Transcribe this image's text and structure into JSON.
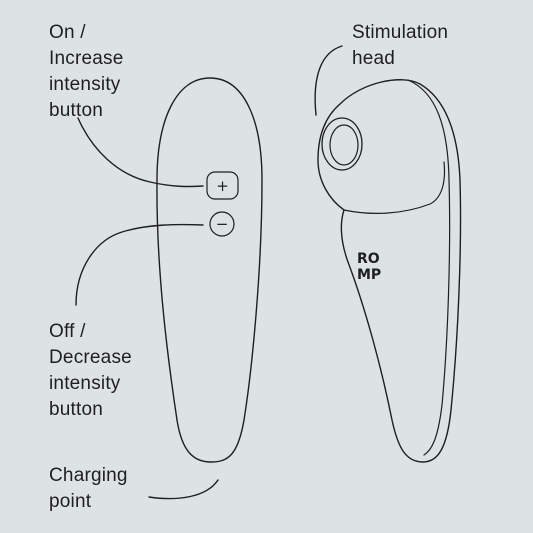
{
  "labels": {
    "on_increase": [
      "On /",
      "Increase",
      "intensity",
      "button"
    ],
    "off_decrease": [
      "Off /",
      "Decrease",
      "intensity",
      "button"
    ],
    "charging": [
      "Charging",
      "point"
    ],
    "stimulation": [
      "Stimulation",
      "head"
    ]
  },
  "buttons": {
    "plus_symbol": "+",
    "minus_symbol": "−"
  },
  "brand": {
    "line1": "RO",
    "line2": "MP"
  },
  "colors": {
    "background": "#dde3e4",
    "line": "#1f1f1f"
  }
}
